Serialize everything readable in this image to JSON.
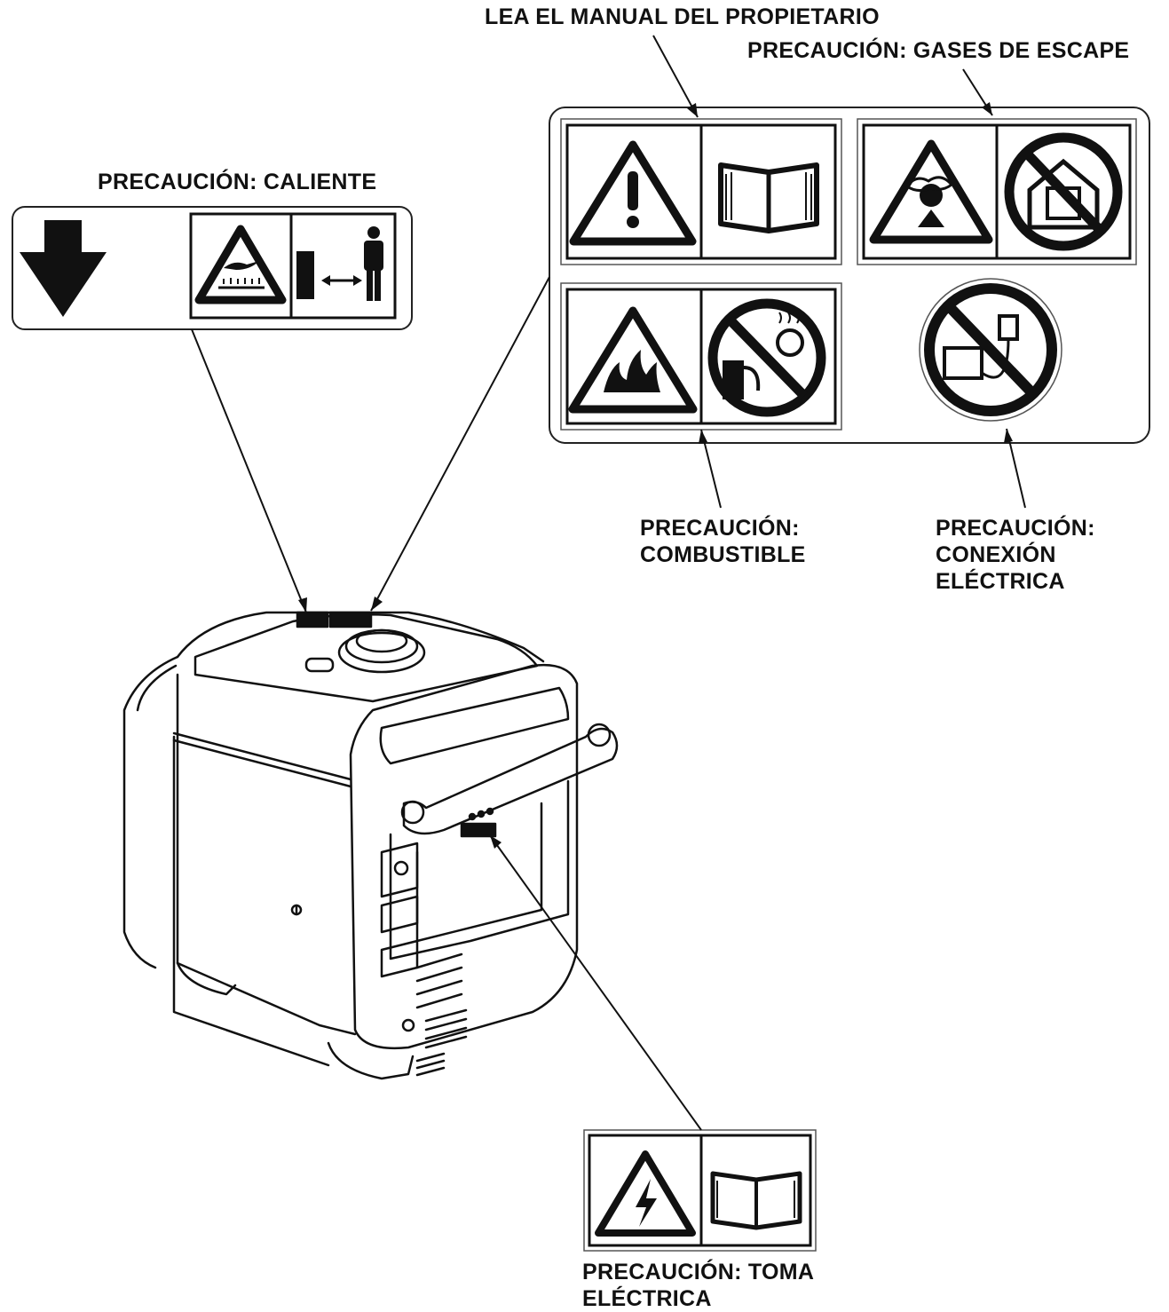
{
  "labels": {
    "read_manual": "LEA EL MANUAL DEL PROPIETARIO",
    "exhaust": "PRECAUCIÓN: GASES DE ESCAPE",
    "hot": "PRECAUCIÓN: CALIENTE",
    "fuel": [
      "PRECAUCIÓN:",
      "COMBUSTIBLE"
    ],
    "connection": [
      "PRECAUCIÓN:",
      "CONEXIÓN",
      "ELÉCTRICA"
    ],
    "outlet": [
      "PRECAUCIÓN: TOMA",
      "ELÉCTRICA"
    ]
  },
  "icons": {
    "hot_label": [
      "down-arrow-icon",
      "hot-surface-warning-icon",
      "keep-distance-person-icon"
    ],
    "main_label": [
      "exclamation-warning-icon",
      "open-book-icon",
      "toxic-gas-warning-icon",
      "no-indoor-use-icon",
      "fire-warning-icon",
      "no-refuel-while-running-icon",
      "no-grid-connection-icon"
    ],
    "outlet_label": [
      "electrical-shock-warning-icon",
      "open-book-icon"
    ]
  }
}
